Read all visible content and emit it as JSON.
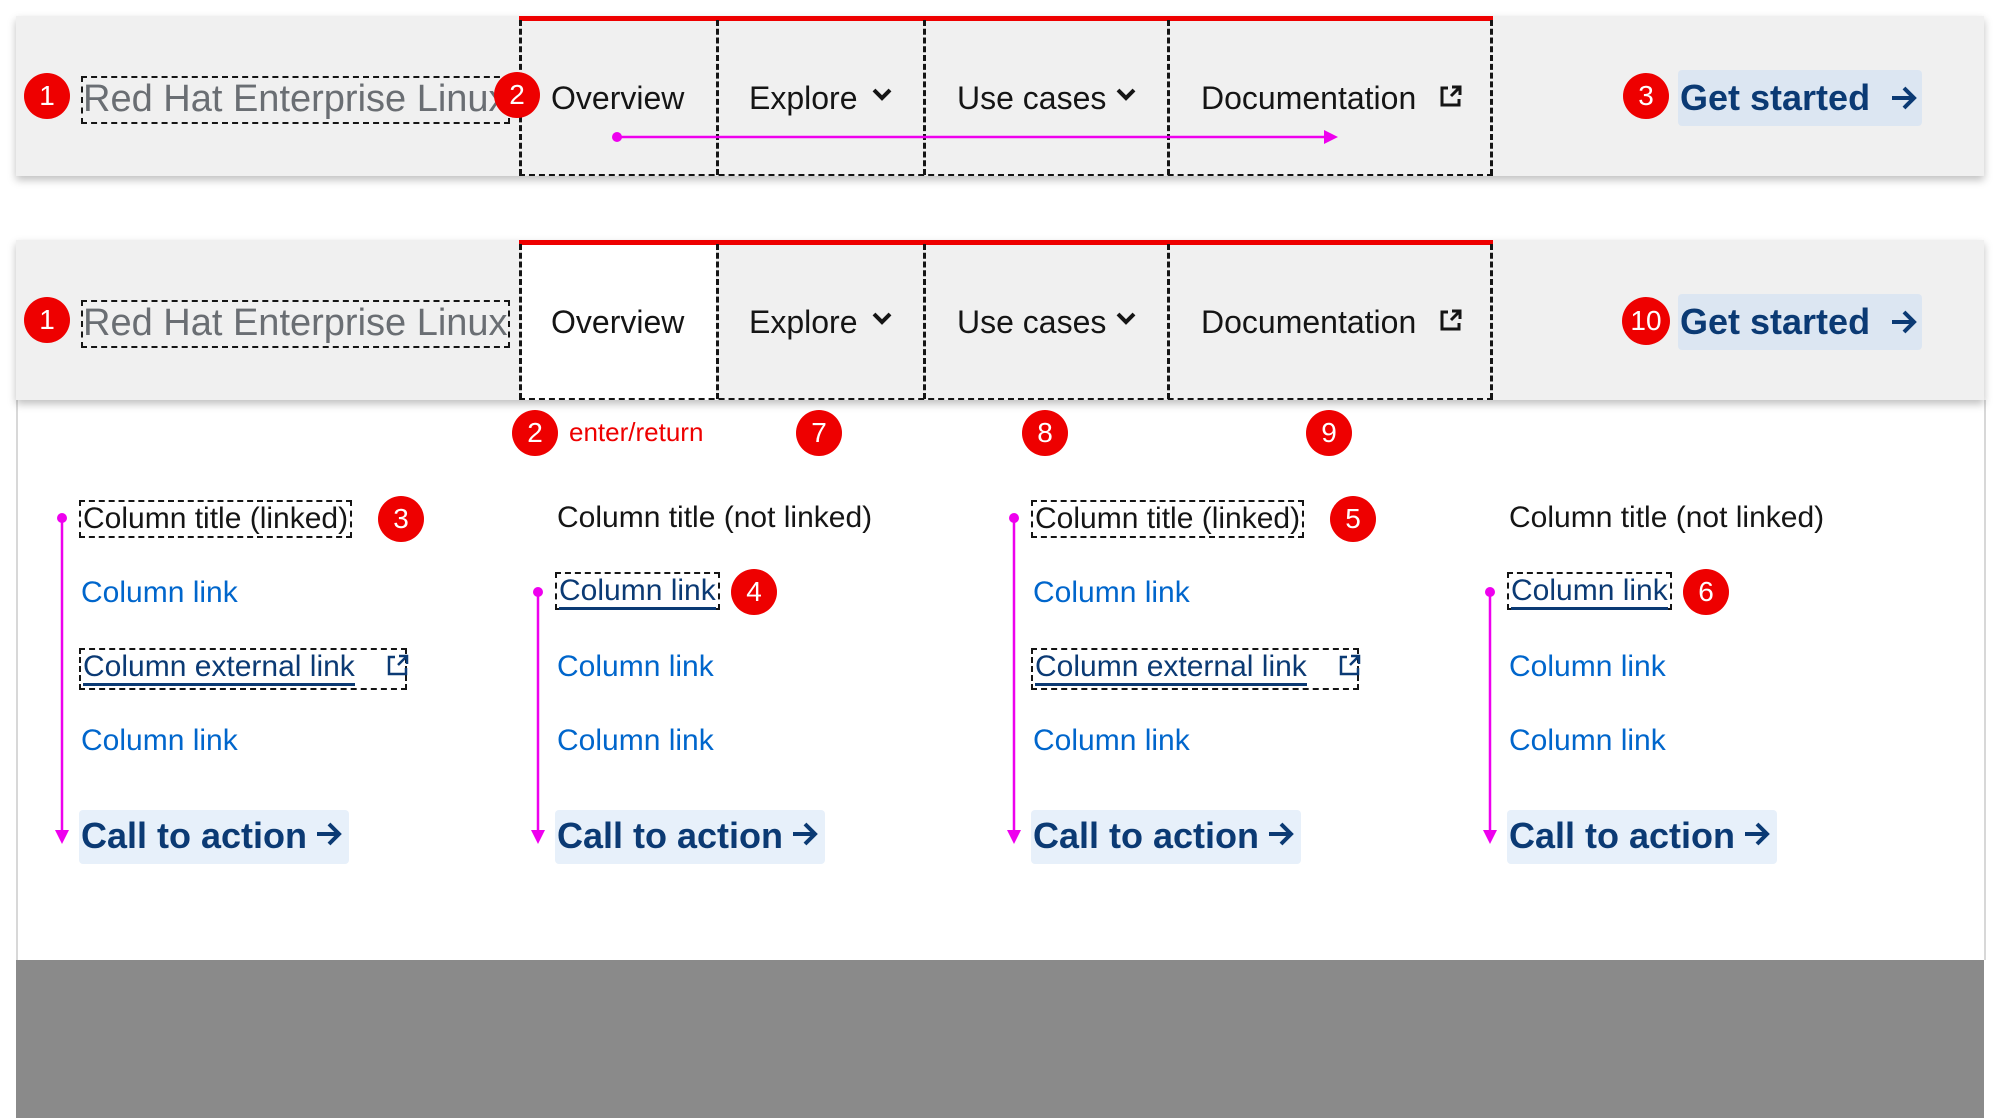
{
  "colors": {
    "accent_red": "#ee0000",
    "link_blue": "#0066cc",
    "dark_blue": "#0b3a74",
    "arrow_magenta": "#ee00ee",
    "footer_gray": "#8a8a8a"
  },
  "diagram_top": {
    "logo": "Red Hat Enterprise Linux",
    "badges": {
      "logo": "1",
      "nav": "2",
      "cta": "3"
    },
    "nav": [
      "Overview",
      "Explore",
      "Use cases",
      "Documentation"
    ],
    "cta": "Get started"
  },
  "diagram_bottom": {
    "logo": "Red Hat Enterprise Linux",
    "badges": {
      "logo": "1",
      "overview": "2",
      "explore": "7",
      "usecases": "8",
      "docs": "9",
      "cta": "10",
      "col1_title": "3",
      "col2_link": "4",
      "col3_title": "5",
      "col4_link": "6"
    },
    "nav": [
      "Overview",
      "Explore",
      "Use cases",
      "Documentation"
    ],
    "cta": "Get started",
    "enter_note": "enter/return",
    "columns": [
      {
        "title": "Column title (linked)",
        "links": [
          "Column link",
          "Column external link",
          "Column link"
        ],
        "cta": "Call to action"
      },
      {
        "title": "Column title (not linked)",
        "links": [
          "Column link",
          "Column link",
          "Column link"
        ],
        "cta": "Call to action"
      },
      {
        "title": "Column title (linked)",
        "links": [
          "Column link",
          "Column external link",
          "Column link"
        ],
        "cta": "Call to action"
      },
      {
        "title": "Column title (not linked)",
        "links": [
          "Column link",
          "Column link",
          "Column link"
        ],
        "cta": "Call to action"
      }
    ]
  },
  "icons": {
    "chevron": "chevron-down-icon",
    "external": "external-link-icon",
    "arrow": "arrow-right-icon"
  }
}
